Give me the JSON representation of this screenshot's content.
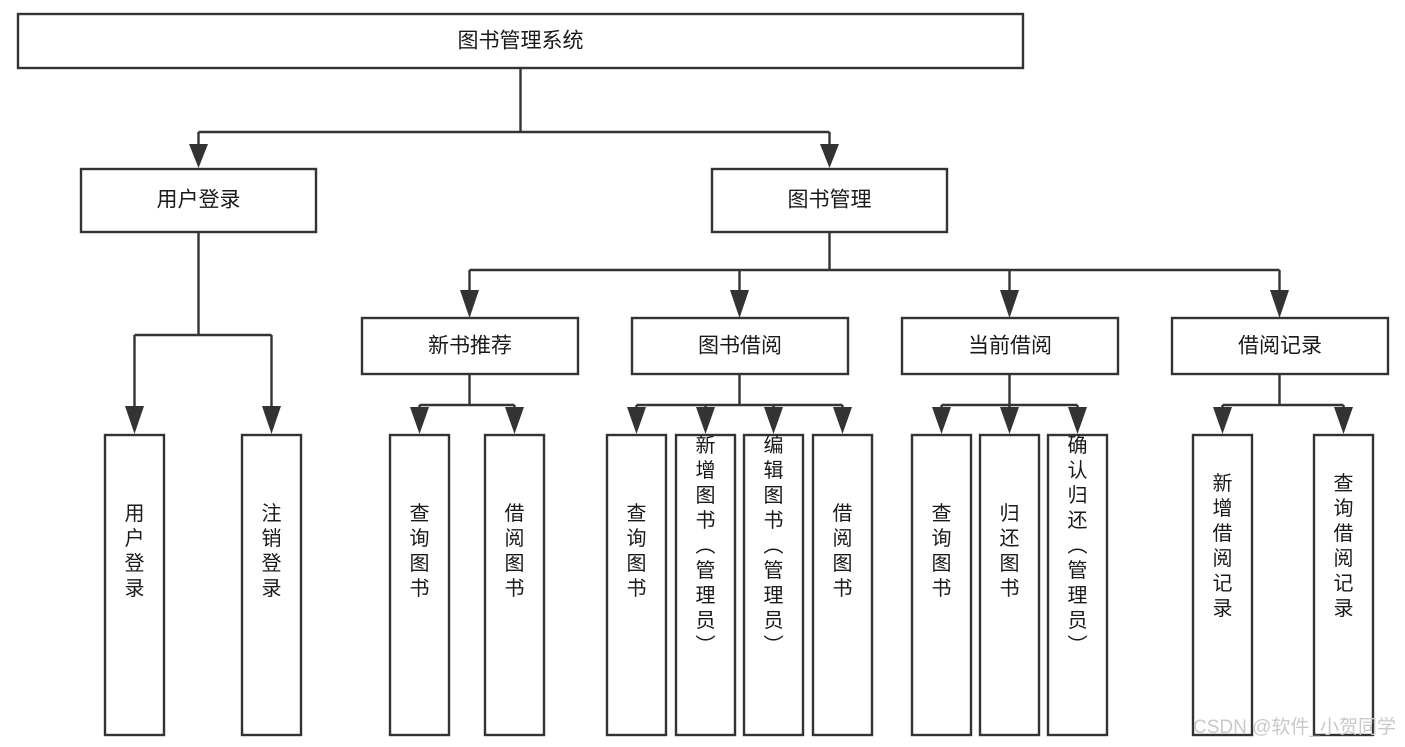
{
  "diagram": {
    "title": "图书管理系统",
    "type": "tree-hierarchy-chart",
    "root": {
      "label": "图书管理系统"
    },
    "level2": [
      {
        "label": "用户登录"
      },
      {
        "label": "图书管理"
      }
    ],
    "level3": [
      {
        "label": "新书推荐"
      },
      {
        "label": "图书借阅"
      },
      {
        "label": "当前借阅"
      },
      {
        "label": "借阅记录"
      }
    ],
    "leaves": {
      "user_login": [
        {
          "label": "用户登录"
        },
        {
          "label": "注销登录"
        }
      ],
      "new_book_recommend": [
        {
          "label": "查询图书"
        },
        {
          "label": "借阅图书"
        }
      ],
      "book_borrow": [
        {
          "label": "查询图书"
        },
        {
          "label": "新增图书（管理员）"
        },
        {
          "label": "编辑图书（管理员）"
        },
        {
          "label": "借阅图书"
        }
      ],
      "current_borrow": [
        {
          "label": "查询图书"
        },
        {
          "label": "归还图书"
        },
        {
          "label": "确认归还（管理员）"
        }
      ],
      "borrow_record": [
        {
          "label": "新增借阅记录"
        },
        {
          "label": "查询借阅记录"
        }
      ]
    }
  },
  "watermark": {
    "text": "CSDN @软件_小贺同学"
  },
  "colors": {
    "stroke": "#333333",
    "box_fill": "#ffffff",
    "text": "#1a1a1a",
    "watermark": "#c9c9c9",
    "background": "#ffffff"
  }
}
